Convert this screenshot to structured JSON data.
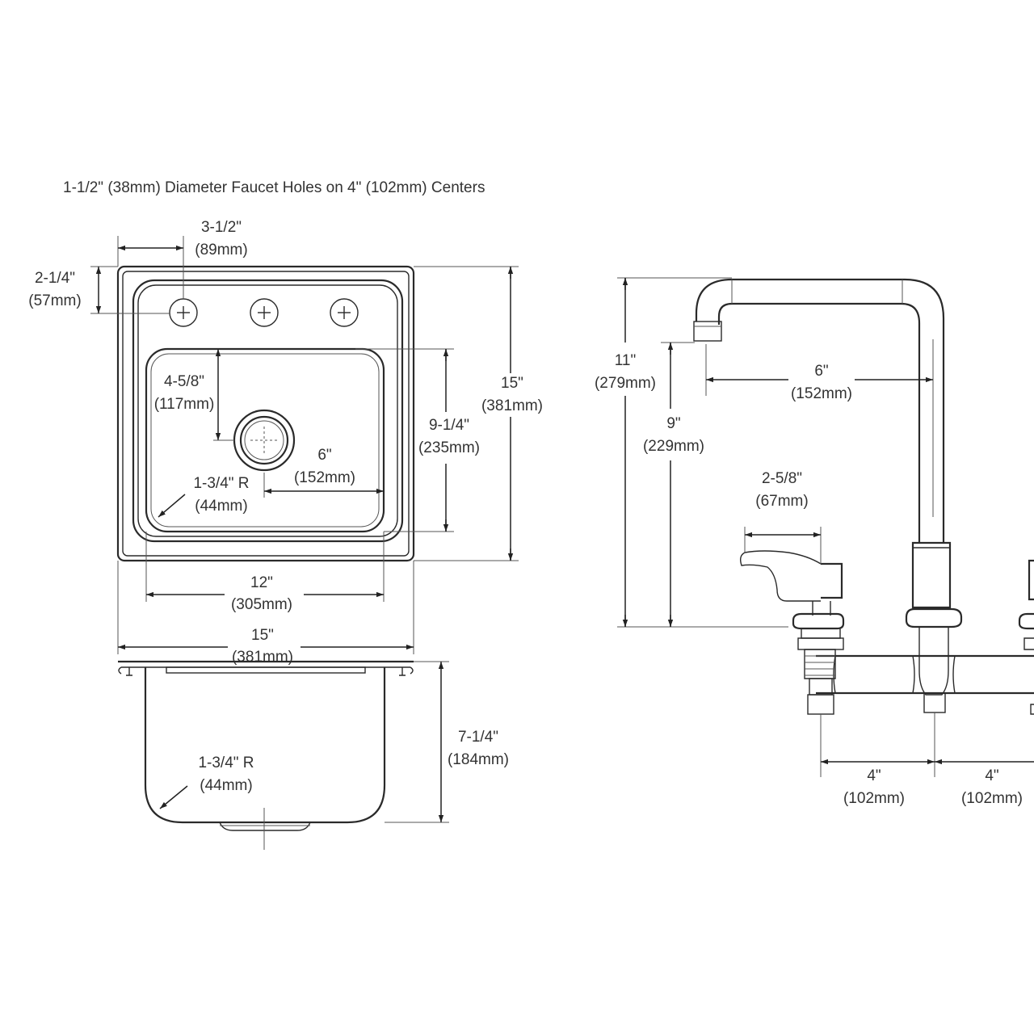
{
  "note": "1-1/2\" (38mm) Diameter Faucet Holes on 4\" (102mm) Centers",
  "sink_top_view": {
    "faucet_hole_spacing": {
      "in": "3-1/2\"",
      "mm": "(89mm)"
    },
    "hole_setback": {
      "in": "2-1/4\"",
      "mm": "(57mm)"
    },
    "drain_setback": {
      "in": "4-5/8\"",
      "mm": "(117mm)"
    },
    "drain_offset": {
      "in": "6\"",
      "mm": "(152mm)"
    },
    "corner_radius": {
      "in": "1-3/4\" R",
      "mm": "(44mm)"
    },
    "bowl_depth_front_back": {
      "in": "9-1/4\"",
      "mm": "(235mm)"
    },
    "overall_front_back": {
      "in": "15\"",
      "mm": "(381mm)"
    },
    "bowl_width": {
      "in": "12\"",
      "mm": "(305mm)"
    },
    "overall_width": {
      "in": "15\"",
      "mm": "(381mm)"
    }
  },
  "sink_side_view": {
    "bowl_depth": {
      "in": "7-1/4\"",
      "mm": "(184mm)"
    },
    "corner_radius": {
      "in": "1-3/4\" R",
      "mm": "(44mm)"
    }
  },
  "faucet_view": {
    "overall_height": {
      "in": "11\"",
      "mm": "(279mm)"
    },
    "spout_height": {
      "in": "9\"",
      "mm": "(229mm)"
    },
    "spout_reach": {
      "in": "6\"",
      "mm": "(152mm)"
    },
    "handle_length": {
      "in": "2-5/8\"",
      "mm": "(67mm)"
    },
    "center_left": {
      "in": "4\"",
      "mm": "(102mm)"
    },
    "center_right": {
      "in": "4\"",
      "mm": "(102mm)"
    }
  }
}
